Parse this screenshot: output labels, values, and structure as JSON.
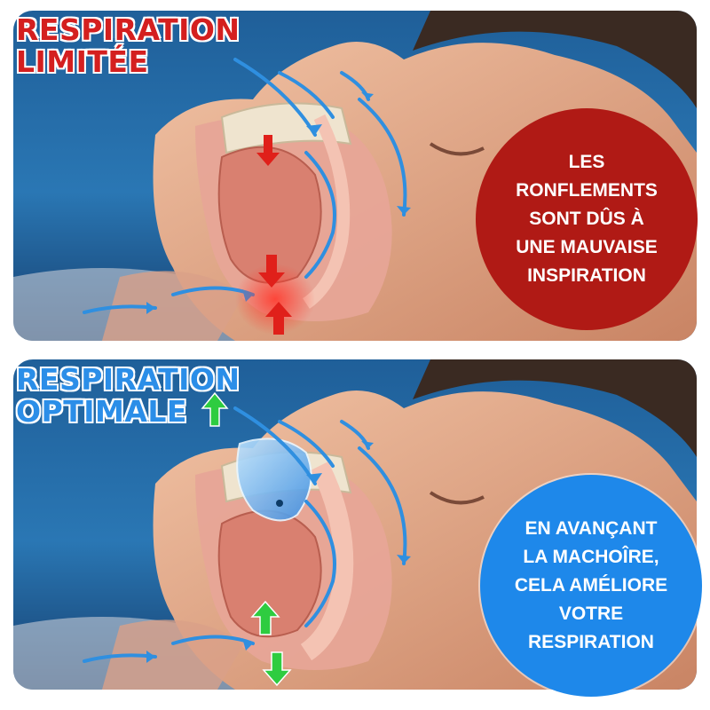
{
  "top_panel": {
    "headline": [
      "RESPIRATION",
      "LIMITÉE"
    ],
    "caption": [
      "LES",
      "RONFLEMENTS",
      "SONT DÛS À",
      "UNE MAUVAISE",
      "INSPIRATION"
    ]
  },
  "bottom_panel": {
    "headline": [
      "RESPIRATION",
      "OPTIMALE"
    ],
    "caption": [
      "EN AVANÇANT",
      "LA MACHOÎRE,",
      "CELA AMÉLIORE",
      "VOTRE",
      "RESPIRATION"
    ]
  },
  "colors": {
    "restricted_red": "#d41f1f",
    "optimal_blue": "#2b8ee8",
    "red_bubble": "#b01a15",
    "blue_bubble": "#1e88ea",
    "airflow_arrow": "#2f8fe0",
    "up_arrow_green": "#2ecc40"
  }
}
